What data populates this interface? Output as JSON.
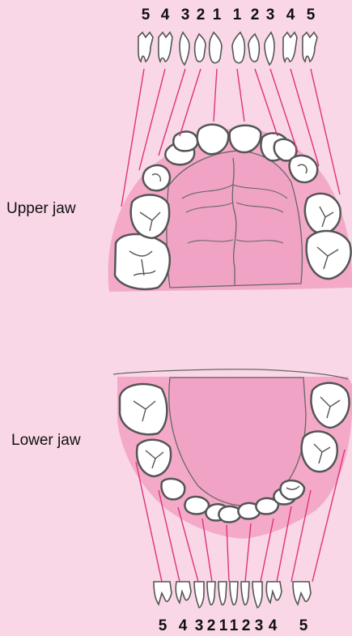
{
  "labels": {
    "upper_jaw": "Upper jaw",
    "lower_jaw": "Lower jaw"
  },
  "upper_numbers": [
    "5",
    "4",
    "3",
    "2",
    "1",
    "1",
    "2",
    "3",
    "4",
    "5"
  ],
  "lower_numbers": [
    "5",
    "4",
    "3",
    "2",
    "1",
    "1",
    "2",
    "3",
    "4",
    "5"
  ],
  "colors": {
    "background": "#f9d7e6",
    "gum": "#f4a9c9",
    "palate": "#f0a3c4",
    "leader_line": "#e0317c",
    "tooth_outline": "#555555",
    "tooth_fill": "#ffffff"
  }
}
